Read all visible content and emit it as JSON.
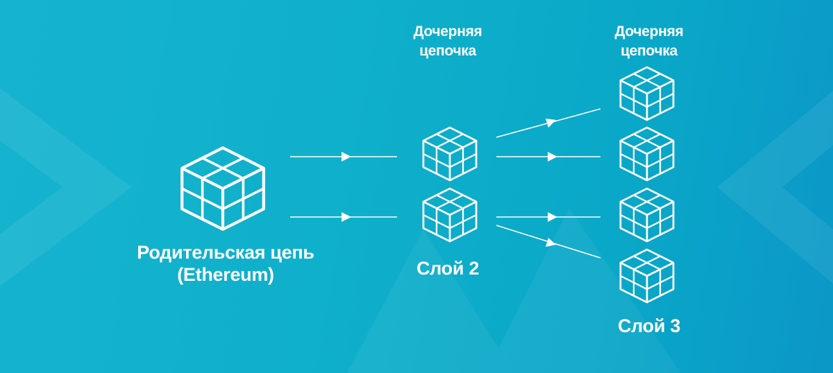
{
  "parent": {
    "title": "Родительская цепь",
    "subtitle": "(Ethereum)",
    "icon": "cube-icon"
  },
  "layer2": {
    "header_line1": "Дочерняя",
    "header_line2": "цепочка",
    "label": "Слой 2"
  },
  "layer3": {
    "header_line1": "Дочерняя",
    "header_line2": "цепочка",
    "label": "Слой 3"
  },
  "colors": {
    "background": "#0fb0cb",
    "foreground": "#ffffff"
  }
}
